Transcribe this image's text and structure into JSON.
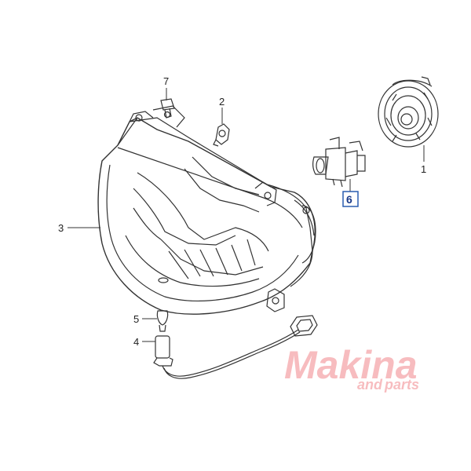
{
  "callouts": {
    "c1": "1",
    "c2": "2",
    "c3": "3",
    "c4": "4",
    "c5": "5",
    "c6": "6",
    "c7": "7"
  },
  "watermark": {
    "main": "Makina",
    "and": "and",
    "parts": "parts",
    "color": "#e8333a"
  },
  "colors": {
    "line": "#333333",
    "highlight_box": "#2a5db0"
  }
}
